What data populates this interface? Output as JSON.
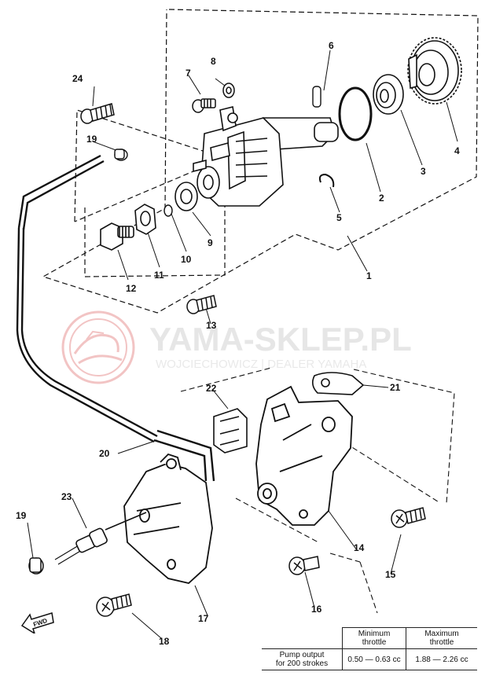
{
  "watermark": {
    "title": "YAMA-SKLEP.PL",
    "subtitle": "WOJCIECHOWICZ | DEALER YAMAHA"
  },
  "callouts": {
    "c1": "1",
    "c2": "2",
    "c3": "3",
    "c4": "4",
    "c5": "5",
    "c6": "6",
    "c7": "7",
    "c8": "8",
    "c9": "9",
    "c10": "10",
    "c11": "11",
    "c12": "12",
    "c13": "13",
    "c14": "14",
    "c15": "15",
    "c16": "16",
    "c17": "17",
    "c18": "18",
    "c19a": "19",
    "c19b": "19",
    "c20": "20",
    "c21": "21",
    "c22": "22",
    "c23": "23",
    "c24": "24"
  },
  "fwd_label": "FWD",
  "spec_table": {
    "col_min_line1": "Minimum",
    "col_min_line2": "throttle",
    "col_max_line1": "Maximum",
    "col_max_line2": "throttle",
    "row_label_line1": "Pump output",
    "row_label_line2": "for 200 strokes",
    "min_value": "0.50 — 0.63 cc",
    "max_value": "1.88 — 2.26 cc"
  },
  "colors": {
    "ink": "#111111",
    "watermark": "#f2c4c4",
    "background": "#ffffff"
  }
}
